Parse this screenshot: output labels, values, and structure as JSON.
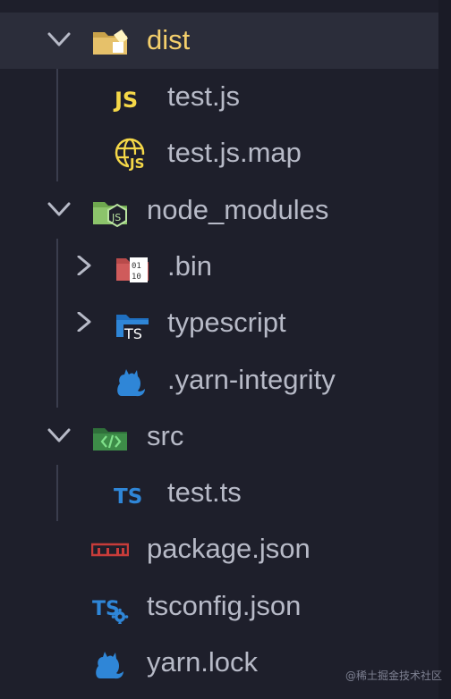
{
  "tree": {
    "items": [
      {
        "label": "dist",
        "icon": "folder-dist-icon",
        "expanded": true,
        "selected": true
      },
      {
        "label": "test.js",
        "icon": "js-file-icon"
      },
      {
        "label": "test.js.map",
        "icon": "js-map-file-icon"
      },
      {
        "label": "node_modules",
        "icon": "folder-node-icon",
        "expanded": true
      },
      {
        "label": ".bin",
        "icon": "folder-binary-icon",
        "expanded": false
      },
      {
        "label": "typescript",
        "icon": "folder-typescript-icon",
        "expanded": false
      },
      {
        "label": ".yarn-integrity",
        "icon": "yarn-icon"
      },
      {
        "label": "src",
        "icon": "folder-src-icon",
        "expanded": true
      },
      {
        "label": "test.ts",
        "icon": "ts-file-icon"
      },
      {
        "label": "package.json",
        "icon": "npm-icon"
      },
      {
        "label": "tsconfig.json",
        "icon": "tsconfig-icon"
      },
      {
        "label": "yarn.lock",
        "icon": "yarn-icon"
      }
    ]
  },
  "colors": {
    "background": "#1e1f2b",
    "selected_row": "#2b2d3a",
    "text": "#b7bac7",
    "highlight_text": "#f4cf6c",
    "js": "#f5d848",
    "ts": "#2f86d7",
    "npm": "#c73c3a",
    "node_folder": "#8cc46b",
    "src_folder": "#3d8c48"
  },
  "watermark": "@稀土掘金技术社区"
}
